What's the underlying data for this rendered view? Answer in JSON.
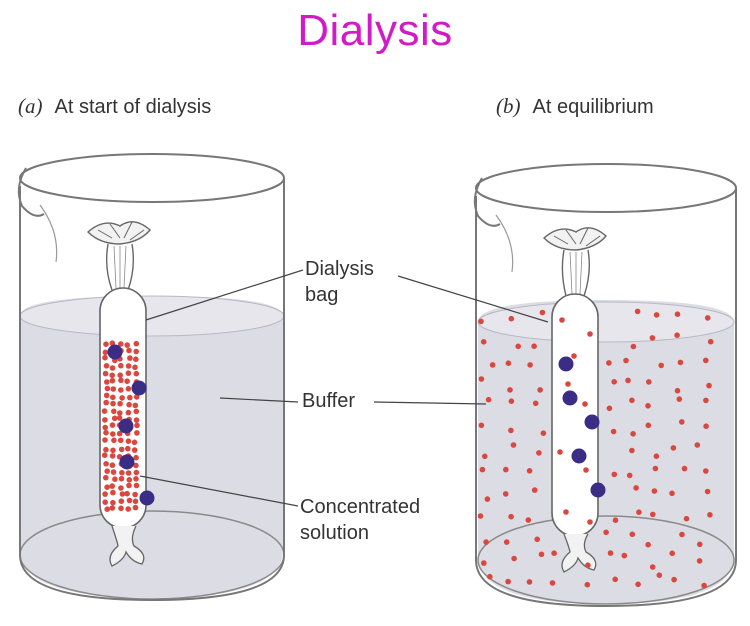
{
  "title": "Dialysis",
  "panels": [
    {
      "letter": "(a)",
      "caption": "At start of dialysis"
    },
    {
      "letter": "(b)",
      "caption": "At equilibrium"
    }
  ],
  "callouts": {
    "bag": [
      "Dialysis",
      "bag"
    ],
    "buffer": "Buffer",
    "solution": [
      "Concentrated",
      "solution"
    ]
  },
  "colors": {
    "title": "#d21bc8",
    "small_molecule": "#d9473f",
    "large_molecule": "#3b2d86",
    "buffer_fill": "#dcdce4",
    "glass_outline": "#777777"
  }
}
